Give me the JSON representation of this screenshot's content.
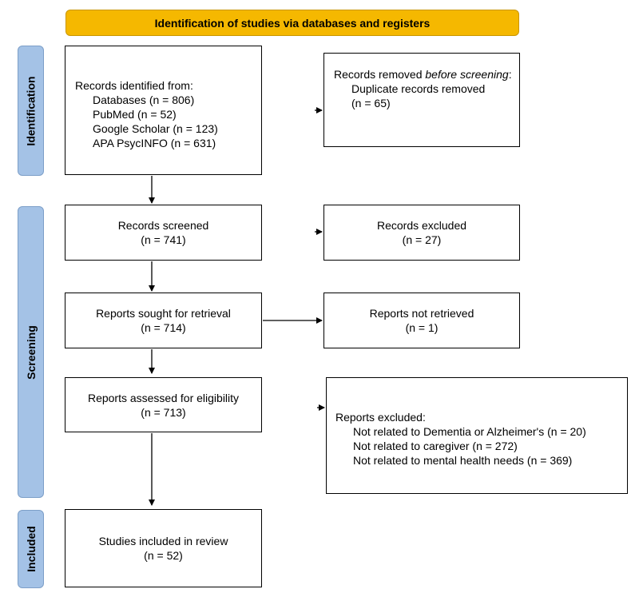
{
  "header": {
    "title": "Identification of studies via databases and registers"
  },
  "phases": {
    "identification": "Identification",
    "screening": "Screening",
    "included": "Included"
  },
  "identified": {
    "title": "Records identified from:",
    "sources": [
      "Databases (n = 806)",
      "PubMed (n = 52)",
      "Google Scholar (n = 123)",
      "APA PsycINFO (n = 631)"
    ]
  },
  "removed": {
    "title_prefix": "Records removed ",
    "title_emph": "before screening",
    "title_suffix": ":",
    "line1": "Duplicate records removed",
    "line2": "(n = 65)"
  },
  "screened": {
    "label": "Records screened",
    "count": "(n = 741)"
  },
  "excluded": {
    "label": "Records excluded",
    "count": "(n = 27)"
  },
  "sought": {
    "label": "Reports sought for retrieval",
    "count": "(n = 714)"
  },
  "not_retrieved": {
    "label": "Reports not retrieved",
    "count": "(n = 1)"
  },
  "assessed": {
    "label": "Reports assessed for eligibility",
    "count": "(n = 713)"
  },
  "reports_excluded": {
    "title": "Reports excluded:",
    "reasons": [
      "Not related to Dementia or Alzheimer's (n = 20)",
      "Not related to caregiver (n = 272)",
      "Not related to mental health needs (n = 369)"
    ]
  },
  "included": {
    "label": "Studies included in review",
    "count": "(n = 52)"
  }
}
